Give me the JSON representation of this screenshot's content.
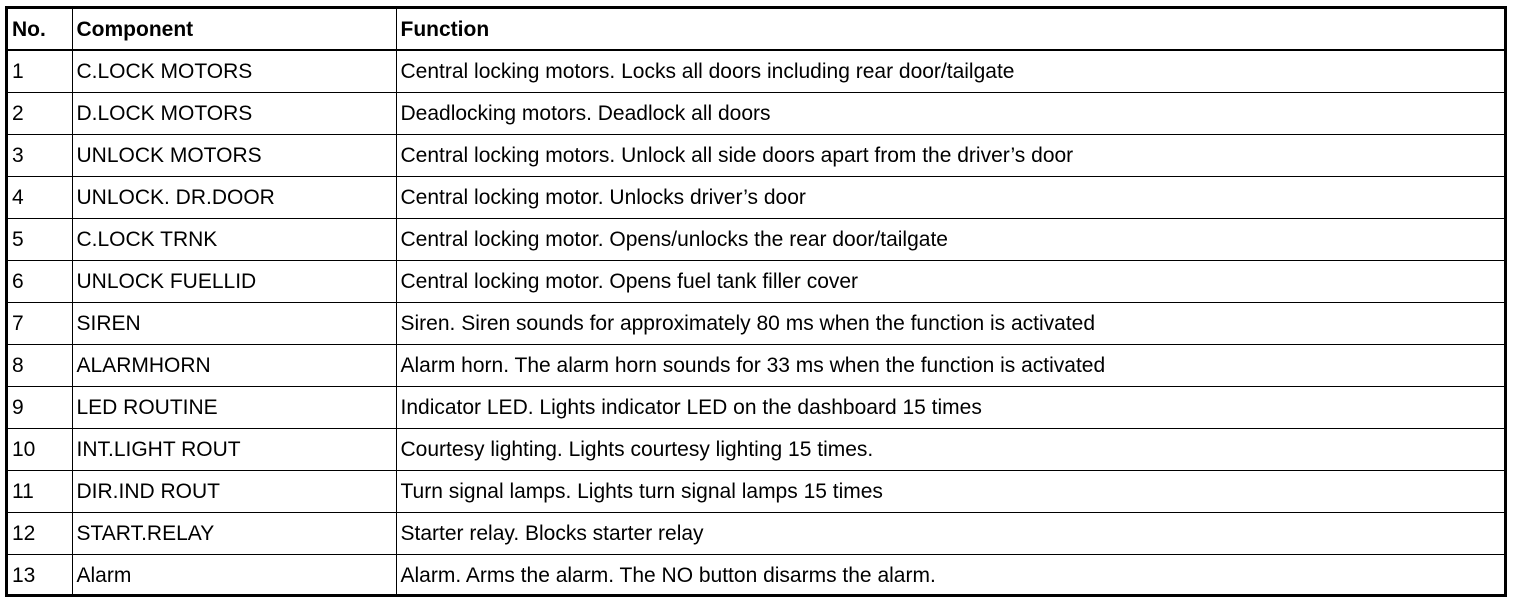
{
  "table": {
    "headers": {
      "no": "No.",
      "component": "Component",
      "function": "Function"
    },
    "rows": [
      {
        "no": "1",
        "component": "C.LOCK MOTORS",
        "function": "Central locking motors. Locks all doors including rear door/tailgate"
      },
      {
        "no": "2",
        "component": "D.LOCK MOTORS",
        "function": "Deadlocking motors. Deadlock all doors"
      },
      {
        "no": "3",
        "component": "UNLOCK MOTORS",
        "function": "Central locking motors. Unlock all side doors apart from the driver’s door"
      },
      {
        "no": "4",
        "component": "UNLOCK. DR.DOOR",
        "function": "Central locking motor. Unlocks driver’s door"
      },
      {
        "no": "5",
        "component": "C.LOCK TRNK",
        "function": "Central locking motor. Opens/unlocks the rear door/tailgate"
      },
      {
        "no": "6",
        "component": "UNLOCK FUELLID",
        "function": "Central locking motor. Opens fuel tank filler cover"
      },
      {
        "no": "7",
        "component": "SIREN",
        "function": "Siren. Siren sounds for approximately 80 ms when the function is activated"
      },
      {
        "no": "8",
        "component": "ALARMHORN",
        "function": "Alarm horn. The alarm horn sounds for 33 ms when the function is activated"
      },
      {
        "no": "9",
        "component": "LED ROUTINE",
        "function": "Indicator LED. Lights indicator LED on the dashboard 15 times"
      },
      {
        "no": "10",
        "component": "INT.LIGHT ROUT",
        "function": "Courtesy lighting. Lights courtesy lighting 15 times."
      },
      {
        "no": "11",
        "component": "DIR.IND ROUT",
        "function": "Turn signal lamps. Lights turn signal lamps 15 times"
      },
      {
        "no": "12",
        "component": "START.RELAY",
        "function": "Starter relay. Blocks starter relay"
      },
      {
        "no": "13",
        "component": "Alarm",
        "function": "Alarm. Arms the alarm. The NO button disarms the alarm."
      }
    ]
  }
}
